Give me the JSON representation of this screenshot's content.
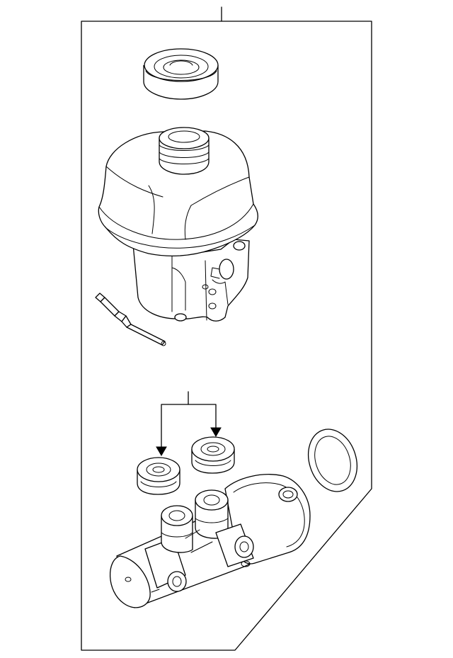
{
  "diagram": {
    "parts": [
      {
        "id": "reservoir-cap",
        "icon": "cap-icon"
      },
      {
        "id": "fluid-reservoir",
        "icon": "reservoir-icon"
      },
      {
        "id": "level-sensor",
        "icon": "sensor-icon"
      },
      {
        "id": "reservoir-grommet-front",
        "icon": "grommet-icon"
      },
      {
        "id": "reservoir-grommet-rear",
        "icon": "grommet-icon"
      },
      {
        "id": "master-cylinder-body",
        "icon": "cylinder-icon"
      },
      {
        "id": "mounting-seal",
        "icon": "seal-ring-icon"
      }
    ],
    "colors": {
      "line": "#000000",
      "background": "#ffffff"
    }
  }
}
